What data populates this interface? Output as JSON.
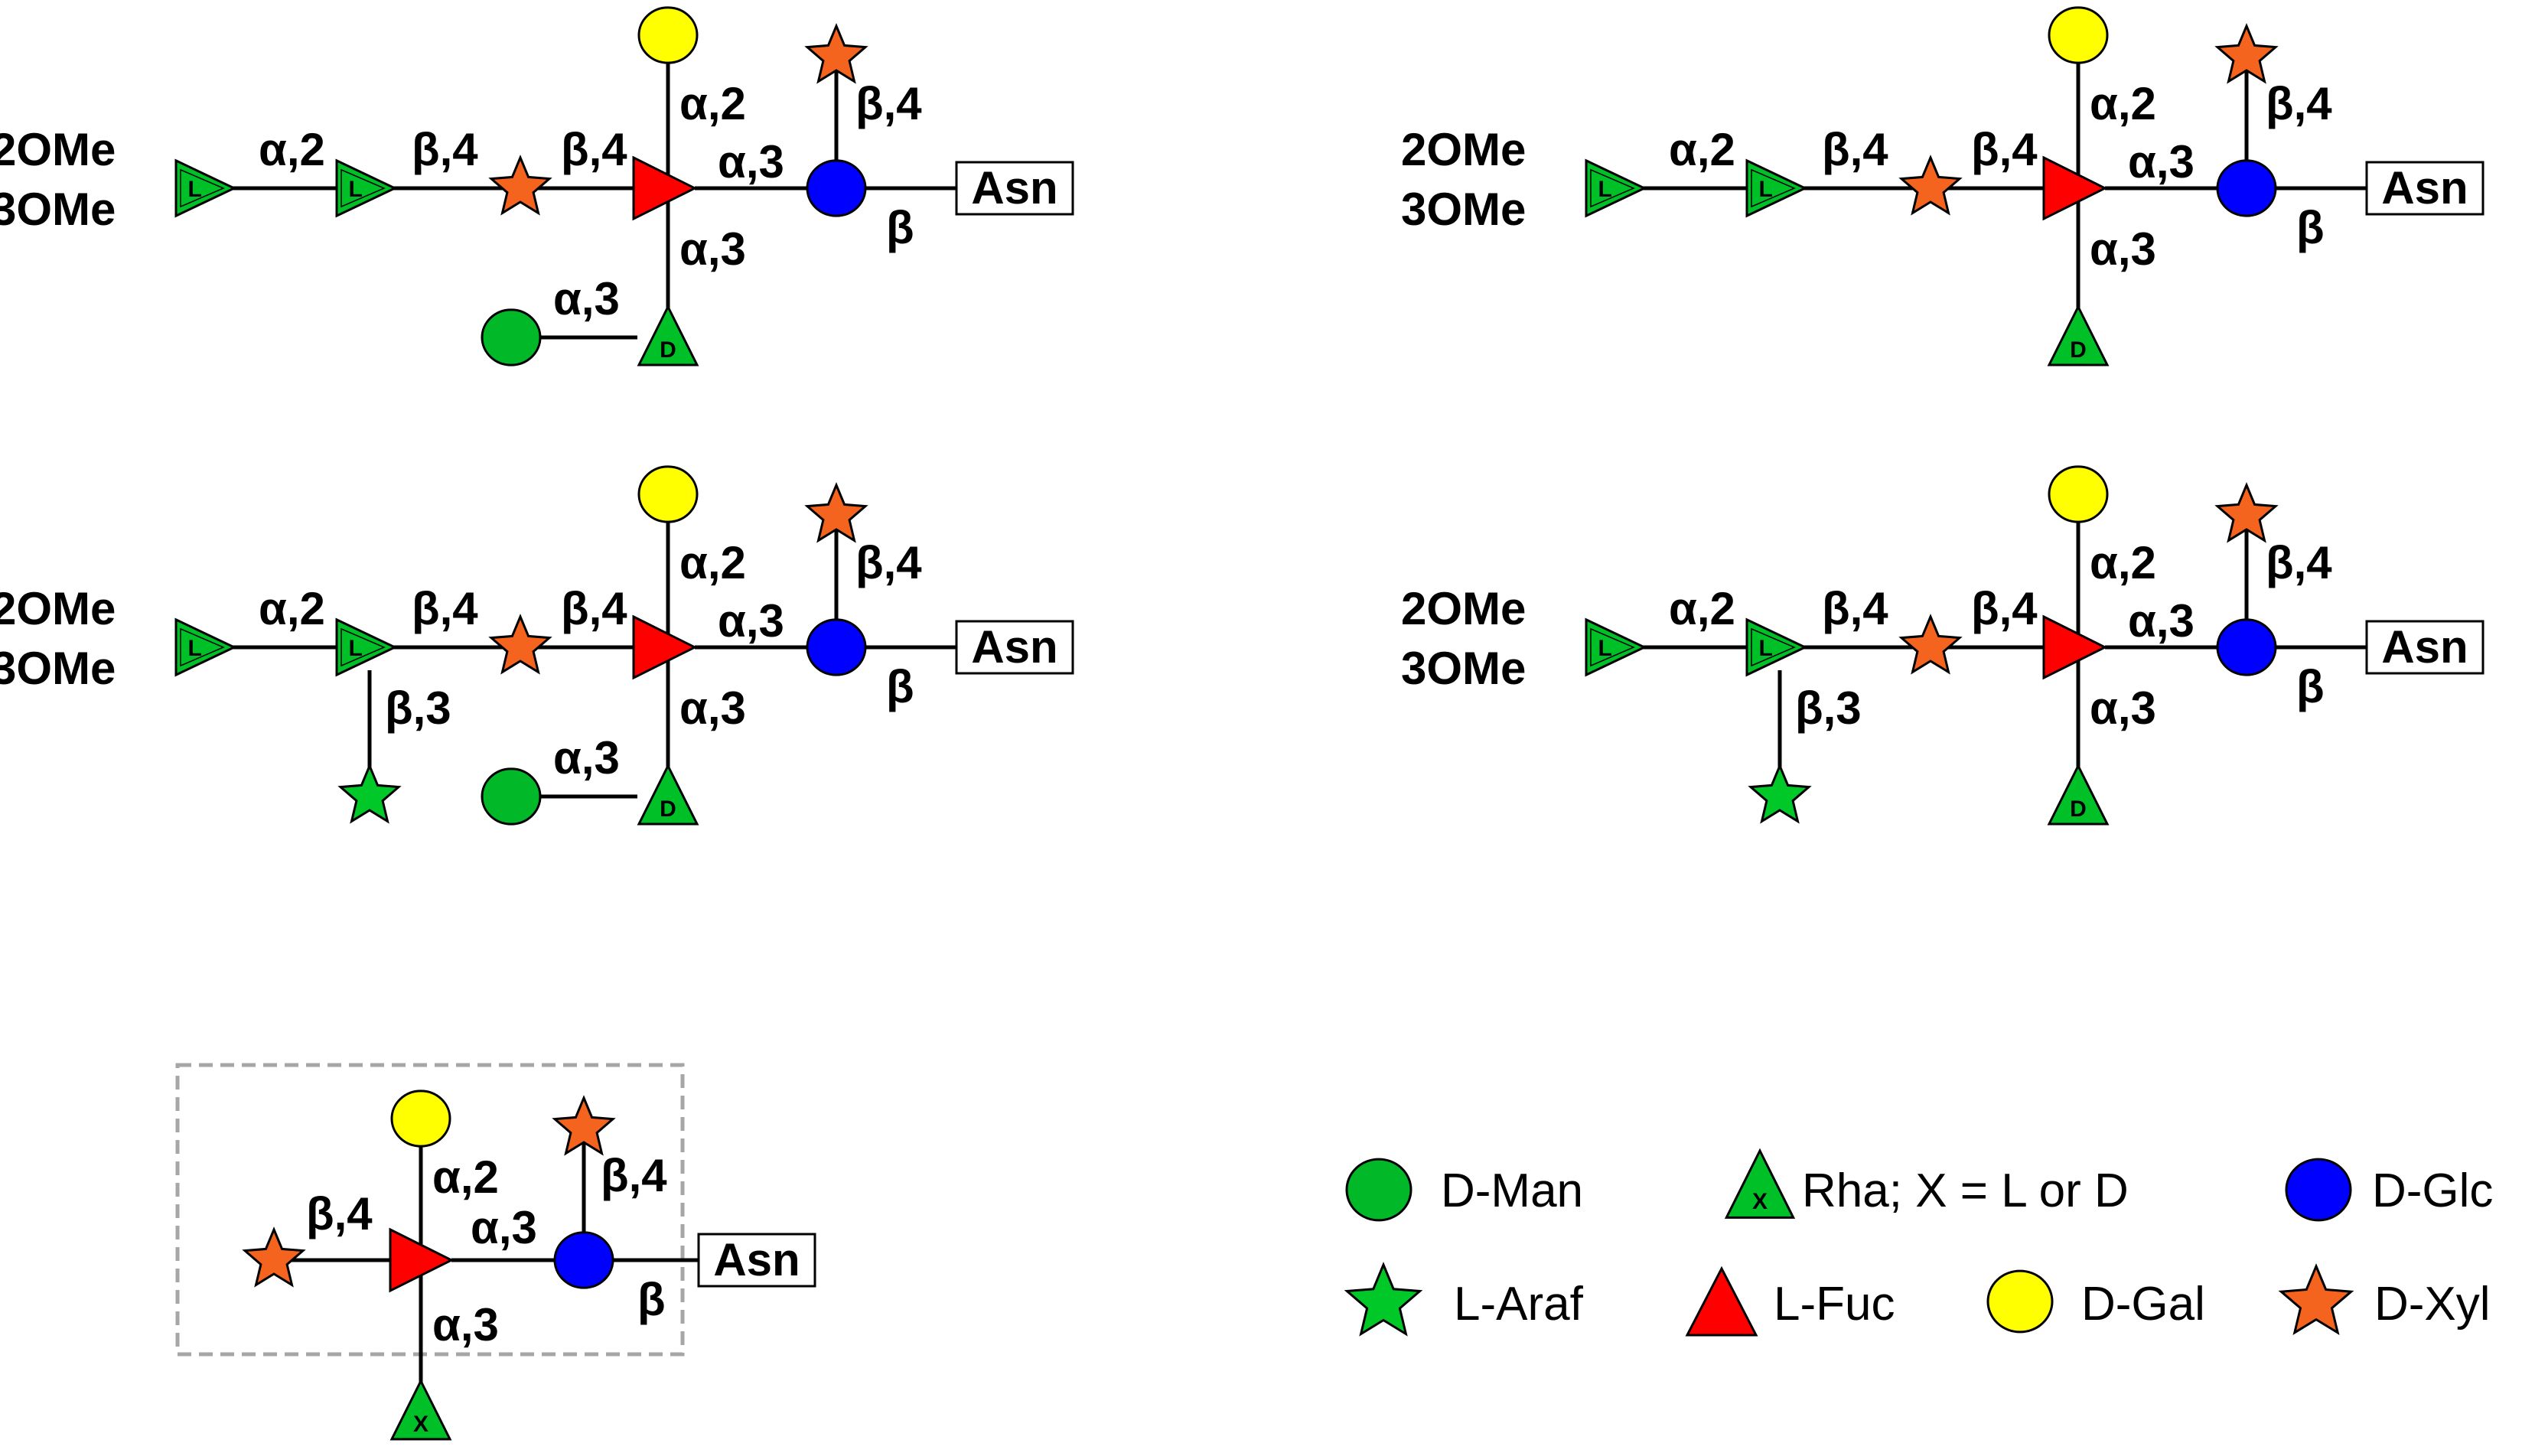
{
  "colors": {
    "man": "#00b828",
    "glc": "#0000ff",
    "gal": "#ffff00",
    "xyl": "#f5641e",
    "fuc": "#ff0000",
    "rha": "#00c028",
    "ara": "#00c828",
    "line": "#000000",
    "box_dash": "#a6a6a6"
  },
  "labels": {
    "twoOMe": "2OMe",
    "threeOMe": "3OMe",
    "asn": "Asn",
    "a2": "α,2",
    "a3": "α,3",
    "b4": "β,4",
    "b3": "β,3",
    "b": "β",
    "rha_L": "L",
    "rha_D": "D",
    "rha_X": "X"
  },
  "legend": {
    "man": "D-Man",
    "rha": "Rha; X = L or D",
    "glc": "D-Glc",
    "ara": "L-Araf",
    "fuc": "L-Fuc",
    "gal": "D-Gal",
    "xyl": "D-Xyl"
  },
  "structures": [
    {
      "name": "structure-1",
      "has_ara": false,
      "has_man": true
    },
    {
      "name": "structure-2",
      "has_ara": false,
      "has_man": false
    },
    {
      "name": "structure-3",
      "has_ara": true,
      "has_man": true
    },
    {
      "name": "structure-4",
      "has_ara": true,
      "has_man": false
    },
    {
      "name": "core-structure",
      "boxed": true
    }
  ]
}
